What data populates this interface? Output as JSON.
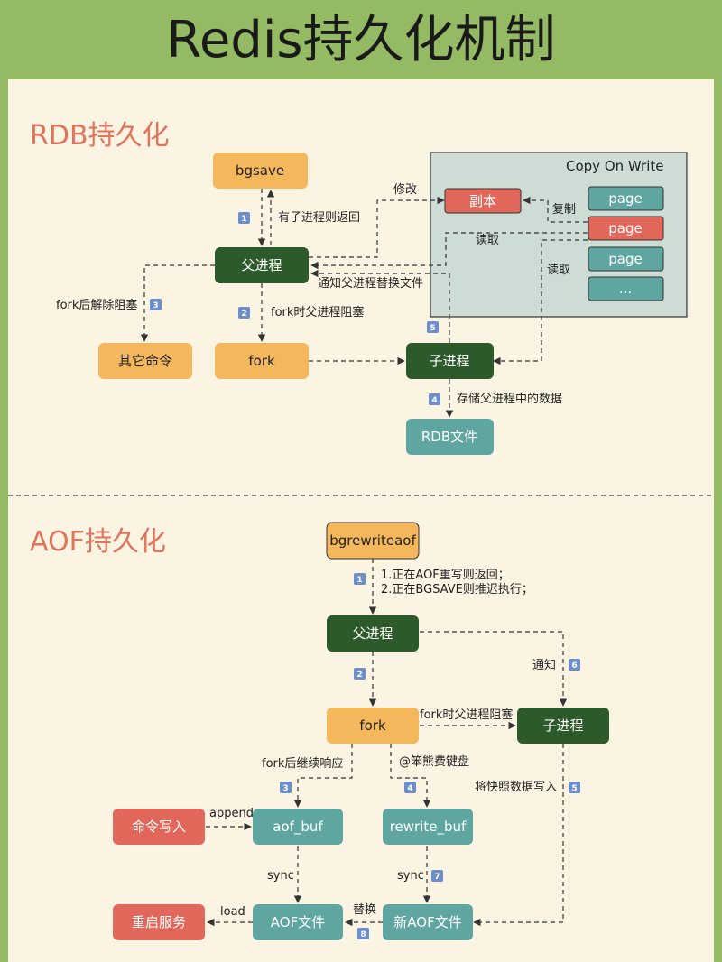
{
  "title": "Redis持久化机制",
  "rdb": {
    "heading": "RDB持久化",
    "cow_title": "Copy On Write",
    "nodes": {
      "bgsave": "bgsave",
      "parent": "父进程",
      "other_cmd": "其它命令",
      "fork": "fork",
      "child": "子进程",
      "rdb_file": "RDB文件",
      "copy": "副本",
      "page1": "page",
      "page2": "page",
      "page3": "page",
      "page_more": "..."
    },
    "labels": {
      "l1": "有子进程则返回",
      "l2": "fork时父进程阻塞",
      "l3": "fork后解除阻塞",
      "l4": "存储父进程中的数据",
      "l5": "通知父进程替换文件",
      "modify": "修改",
      "copy_op": "复制",
      "read1": "读取",
      "read2": "读取"
    },
    "badges": [
      "1",
      "2",
      "3",
      "4",
      "5"
    ]
  },
  "aof": {
    "heading": "AOF持久化",
    "nodes": {
      "bgrewriteaof": "bgrewriteaof",
      "parent": "父进程",
      "fork": "fork",
      "child": "子进程",
      "cmd_write": "命令写入",
      "aof_buf": "aof_buf",
      "rewrite_buf": "rewrite_buf",
      "restart": "重启服务",
      "aof_file": "AOF文件",
      "new_aof": "新AOF文件"
    },
    "labels": {
      "l1a": "1.正在AOF重写则返回；",
      "l1b": "2.正在BGSAVE则推迟执行；",
      "notify": "通知",
      "fork_block": "fork时父进程阻塞",
      "fork_after": "fork后继续响应",
      "watermark": "@笨熊费键盘",
      "snapshot": "将快照数据写入",
      "append": "append",
      "sync1": "sync",
      "sync2": "sync",
      "load": "load",
      "replace": "替换"
    },
    "badges": [
      "1",
      "2",
      "3",
      "4",
      "5",
      "6",
      "7",
      "8"
    ]
  },
  "colors": {
    "background_green": "#94bb63",
    "panel_cream": "#fbf4e2",
    "orange": "#f5b75c",
    "dark_green": "#2d5a2a",
    "teal": "#5fa5a0",
    "red": "#e0675a",
    "cow_bg": "#cddcd4",
    "badge_blue": "#6d8fc9",
    "heading_red": "#e0735c"
  }
}
